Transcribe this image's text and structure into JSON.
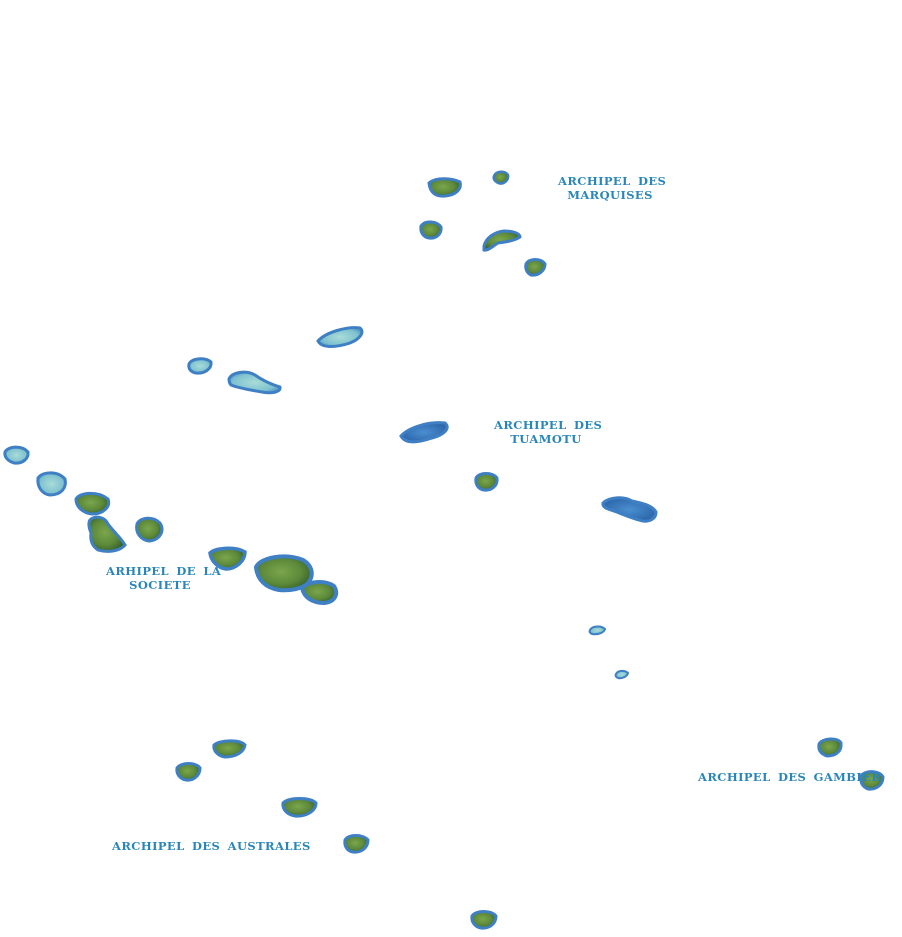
{
  "colors": {
    "background": "#ffffff",
    "label_text": "#2a86b8",
    "lagoon_edge": "#3f7fc4",
    "lagoon_deep": "#2d6db0",
    "lagoon_light": "#8fcfd6",
    "land_green": "#5d8a3a",
    "land_dark": "#35602a"
  },
  "labels": {
    "marquises": {
      "line1": "ARCHIPEL DES",
      "line2": "MARQUISES"
    },
    "tuamotu": {
      "line1": "ARCHIPEL DES",
      "line2": "TUAMOTU"
    },
    "societe": {
      "line1": "ARHIPEL DE LA",
      "line2": "SOCIETE"
    },
    "gambier": {
      "line1": "ARCHIPEL DES GAMBIER"
    },
    "australes": {
      "line1": "ARCHIPEL DES AUSTRALES"
    }
  }
}
